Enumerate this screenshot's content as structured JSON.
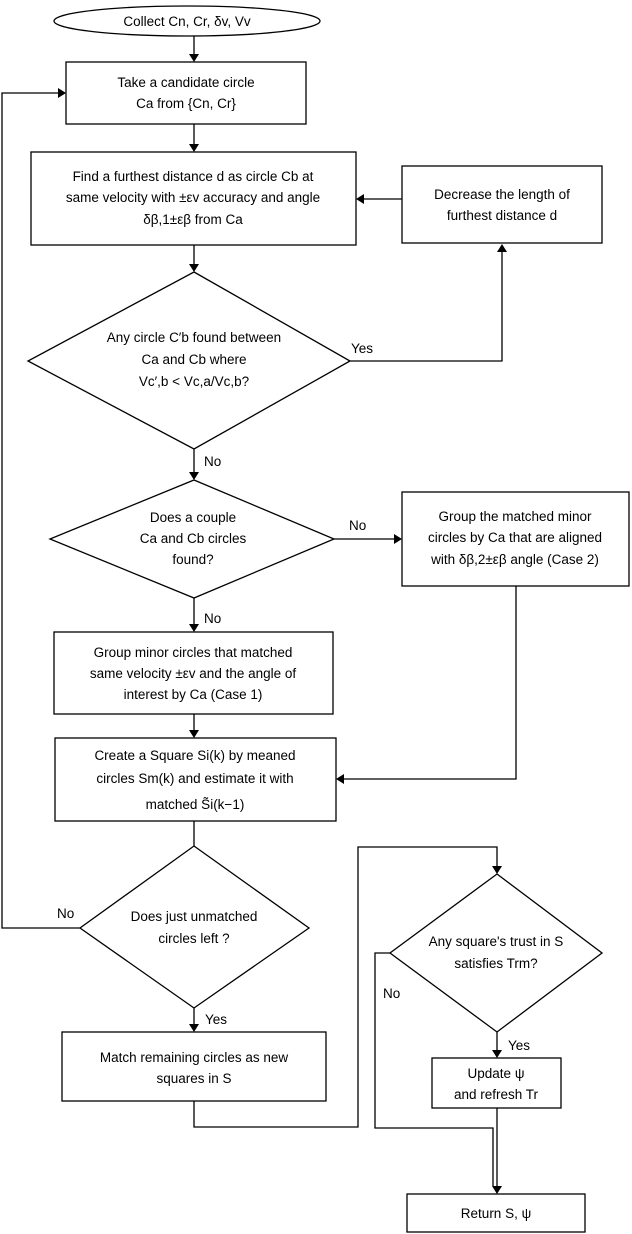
{
  "nodes": {
    "start": "Collect Cn, Cr, δv, Vv",
    "take": [
      "Take a candidate circle",
      "Ca from {Cn, Cr}"
    ],
    "find": [
      "Find a furthest distance d as circle Cb at",
      "same velocity with ±εv accuracy and angle",
      "δβ,1±εβ from Ca"
    ],
    "decrease": [
      "Decrease the length of",
      "furthest distance d"
    ],
    "any_circle": [
      "Any circle C′b found between",
      "Ca and Cb where",
      "Vc′,b < Vc,a/Vc,b?"
    ],
    "couple": [
      "Does a couple",
      "Ca and Cb circles",
      "found?"
    ],
    "group_matched": [
      "Group the matched minor",
      "circles by Ca that are aligned",
      "with δβ,2±εβ angle (Case 2)"
    ],
    "group_minor": [
      "Group minor circles that matched",
      "same velocity ±εv and the angle of",
      "interest by Ca (Case 1)"
    ],
    "create": [
      "Create a Square Si(k) by meaned",
      "circles Sm(k) and estimate it with",
      "matched S̃i(k−1)"
    ],
    "unmatched": [
      "Does just unmatched",
      "circles left ?"
    ],
    "match": [
      "Match remaining circles as new",
      "squares in S"
    ],
    "trust": [
      "Any square's trust in S",
      "satisfies Trm?"
    ],
    "update": [
      "Update ψ",
      "and refresh Tr"
    ],
    "return": "Return S, ψ"
  },
  "labels": {
    "yes_any": "Yes",
    "no_any": "No",
    "no_couple_right": "No",
    "no_couple_down": "No",
    "no_unmatched": "No",
    "yes_unmatched": "Yes",
    "no_trust": "No",
    "yes_trust": "Yes"
  }
}
